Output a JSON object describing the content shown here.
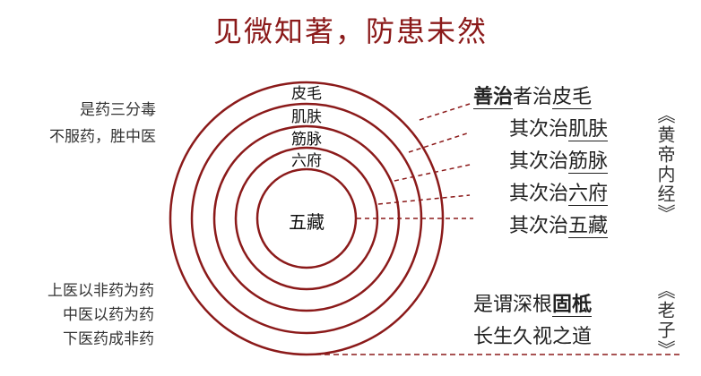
{
  "title": "见微知著，防患未然",
  "left_top": [
    "是药三分毒",
    "不服药，胜中医"
  ],
  "left_bottom": [
    "上医以非药为药",
    "中医以药为药",
    "下医药成非药"
  ],
  "rings": [
    "皮毛",
    "肌肤",
    "筋脉",
    "六府"
  ],
  "center": "五藏",
  "right_lines": [
    {
      "lead": "善治",
      "mid": "者治",
      "tail": "皮毛"
    },
    {
      "lead": "",
      "mid": "其次治",
      "tail": "肌肤"
    },
    {
      "lead": "",
      "mid": "其次治",
      "tail": "筋脉"
    },
    {
      "lead": "",
      "mid": "其次治",
      "tail": "六府"
    },
    {
      "lead": "",
      "mid": "其次治",
      "tail": "五藏"
    }
  ],
  "source_1": "《黄帝内经》",
  "right_bottom": {
    "line1_pre": "是谓深根",
    "line1_bold": "固柢",
    "line2": "长生久视之道"
  },
  "source_2": "《老子》",
  "colors": {
    "ring": "#8b1a1a",
    "title": "#8b1a1a"
  }
}
